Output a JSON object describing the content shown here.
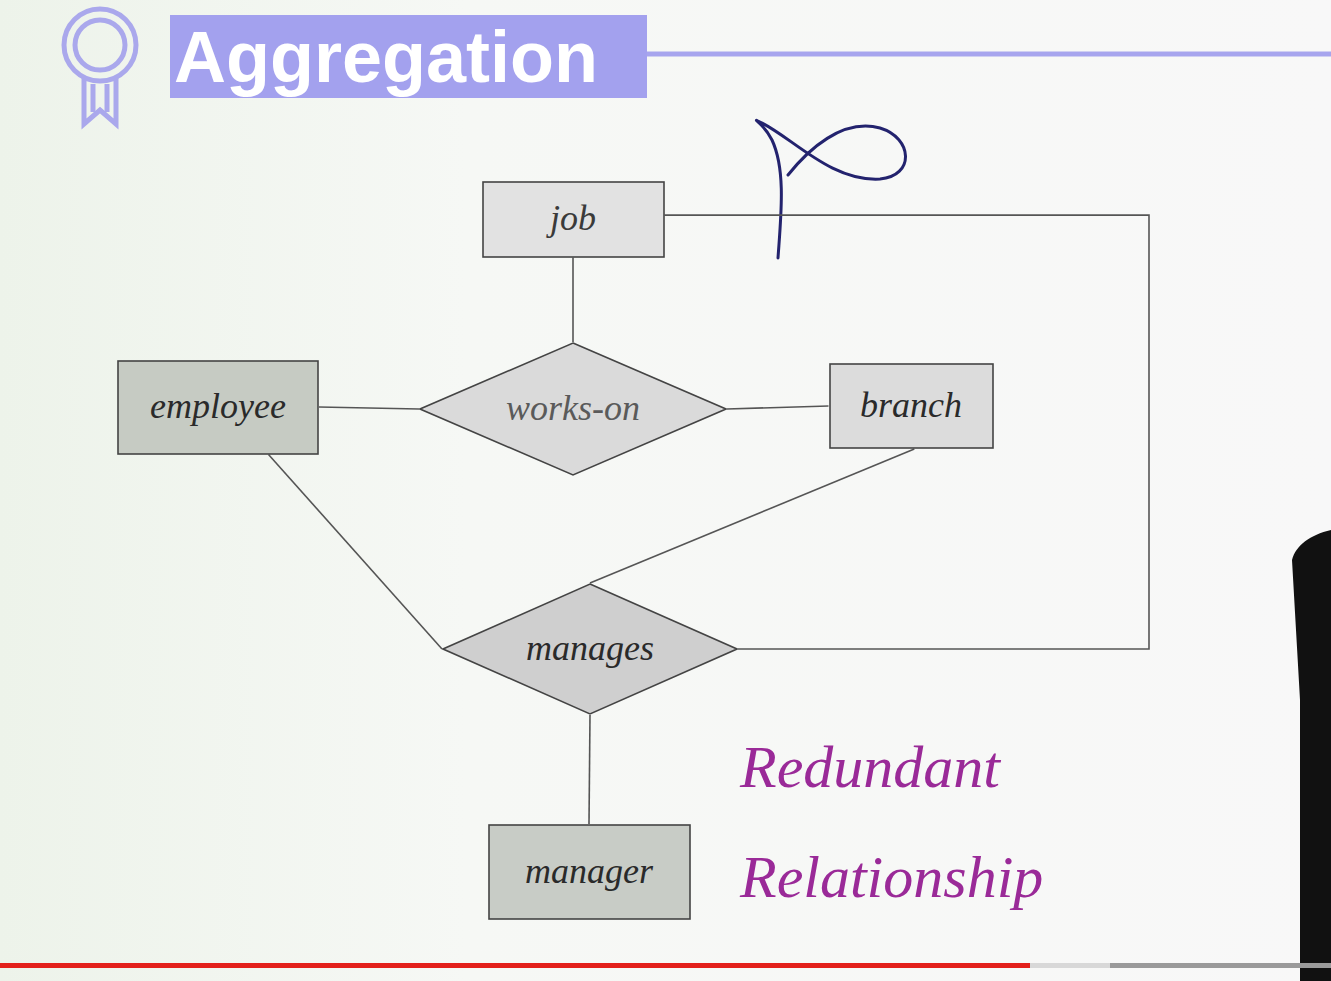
{
  "diagram": {
    "title": "Aggregation",
    "nodes": [
      {
        "text": [
          "job"
        ]
      },
      {
        "text": [
          "employee"
        ]
      },
      {
        "text": [
          "works-on"
        ]
      },
      {
        "text": [
          "branch"
        ]
      },
      {
        "text": [
          "manages"
        ]
      },
      {
        "text": [
          "manager"
        ]
      }
    ],
    "edges": [
      {
        "from": 0,
        "to": 2,
        "arrow": "none"
      },
      {
        "from": 1,
        "to": 2,
        "arrow": "none"
      },
      {
        "from": 2,
        "to": 3,
        "arrow": "none"
      },
      {
        "from": 1,
        "to": 4,
        "arrow": "none"
      },
      {
        "from": 3,
        "to": 4,
        "arrow": "none"
      },
      {
        "from": 4,
        "to": 0,
        "arrow": "none"
      },
      {
        "from": 4,
        "to": 5,
        "arrow": "none"
      }
    ],
    "labels": [
      "Redundant Relationship"
    ]
  }
}
